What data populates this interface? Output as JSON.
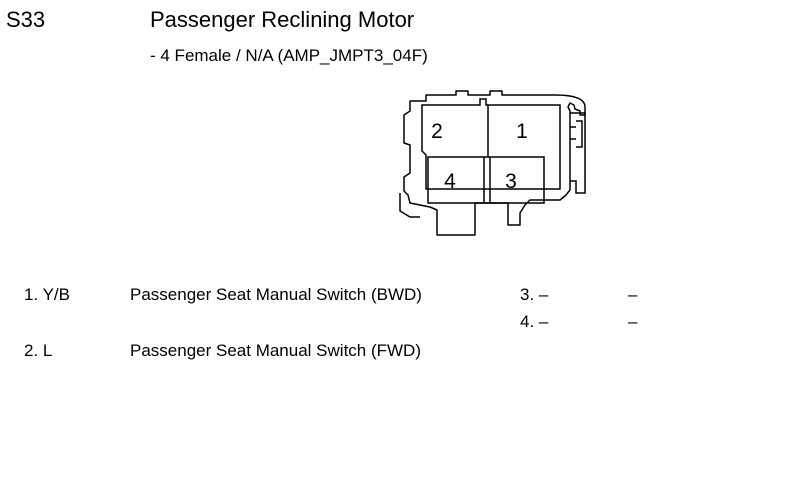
{
  "connector": {
    "code": "S33",
    "name": "Passenger Reclining Motor",
    "spec": "- 4 Female / N/A (AMP_JMPT3_04F)",
    "cavities": [
      "1",
      "2",
      "3",
      "4"
    ]
  },
  "pins_left": [
    {
      "pin": "1. Y/B",
      "desc": "Passenger Seat Manual Switch (BWD)"
    },
    {
      "pin": "2. L",
      "desc": "Passenger Seat Manual Switch (FWD)"
    }
  ],
  "pins_right": [
    {
      "pin": "3. –",
      "desc": "–"
    },
    {
      "pin": "4. –",
      "desc": "–"
    }
  ]
}
